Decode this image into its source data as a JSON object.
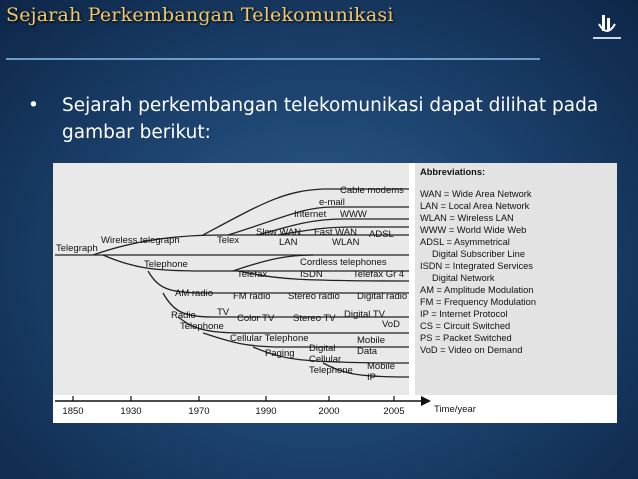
{
  "slide": {
    "title": "Sejarah Perkembangan Telekomunikasi",
    "bullet": "Sejarah perkembangan telekomunikasi dapat dilihat pada gambar berikut:"
  },
  "figure": {
    "tree_labels": {
      "telegraph": "Telegraph",
      "wireless_telegraph": "Wireless telegraph",
      "telex": "Telex",
      "telephone": "Telephone",
      "telefax": "Telefax",
      "cable_modems": "Cable modems",
      "email": "e-mail",
      "internet": "Internet",
      "www": "WWW",
      "slow_wan": "Slow WAN",
      "lan": "LAN",
      "fast_wan": "Fast WAN",
      "wlan": "WLAN",
      "adsl": "ADSL",
      "cordless": "Cordless telephones",
      "isdn": "ISDN",
      "telefax_gr4": "Telefax Gr 4",
      "am_radio": "AM radio",
      "fm_radio": "FM radio",
      "stereo_radio": "Stereo radio",
      "digital_radio": "Digital radio",
      "radio": "Radio",
      "tv": "TV",
      "color_tv": "Color TV",
      "stereo_tv": "Stereo TV",
      "digital_tv": "Digital TV",
      "vod": "VoD",
      "telephone2": "Telephone",
      "cellular_telephone": "Cellular Telephone",
      "paging": "Paging",
      "digital_cellular_1": "Digital",
      "digital_cellular_2": "Cellular",
      "digital_cellular_3": "Telephone",
      "mobile_data_1": "Mobile",
      "mobile_data_2": "Data",
      "mobile_ip_1": "Mobile",
      "mobile_ip_2": "IP"
    },
    "timeline": {
      "ticks": [
        "1850",
        "1930",
        "1970",
        "1990",
        "2000",
        "2005"
      ],
      "axis_label": "Time/year"
    },
    "abbreviations": {
      "heading": "Abbreviations:",
      "lines": [
        "WAN = Wide Area Network",
        "LAN = Local Area Network",
        "WLAN = Wireless LAN",
        "WWW = World Wide Web",
        "ADSL = Asymmetrical",
        "Digital Subscriber Line",
        "ISDN = Integrated Services",
        "Digital Network",
        "AM = Amplitude Modulation",
        "FM = Frequency Modulation",
        "IP = Internet Protocol",
        "CS = Circuit Switched",
        "PS = Packet Switched",
        "VoD = Video on Demand"
      ]
    }
  }
}
